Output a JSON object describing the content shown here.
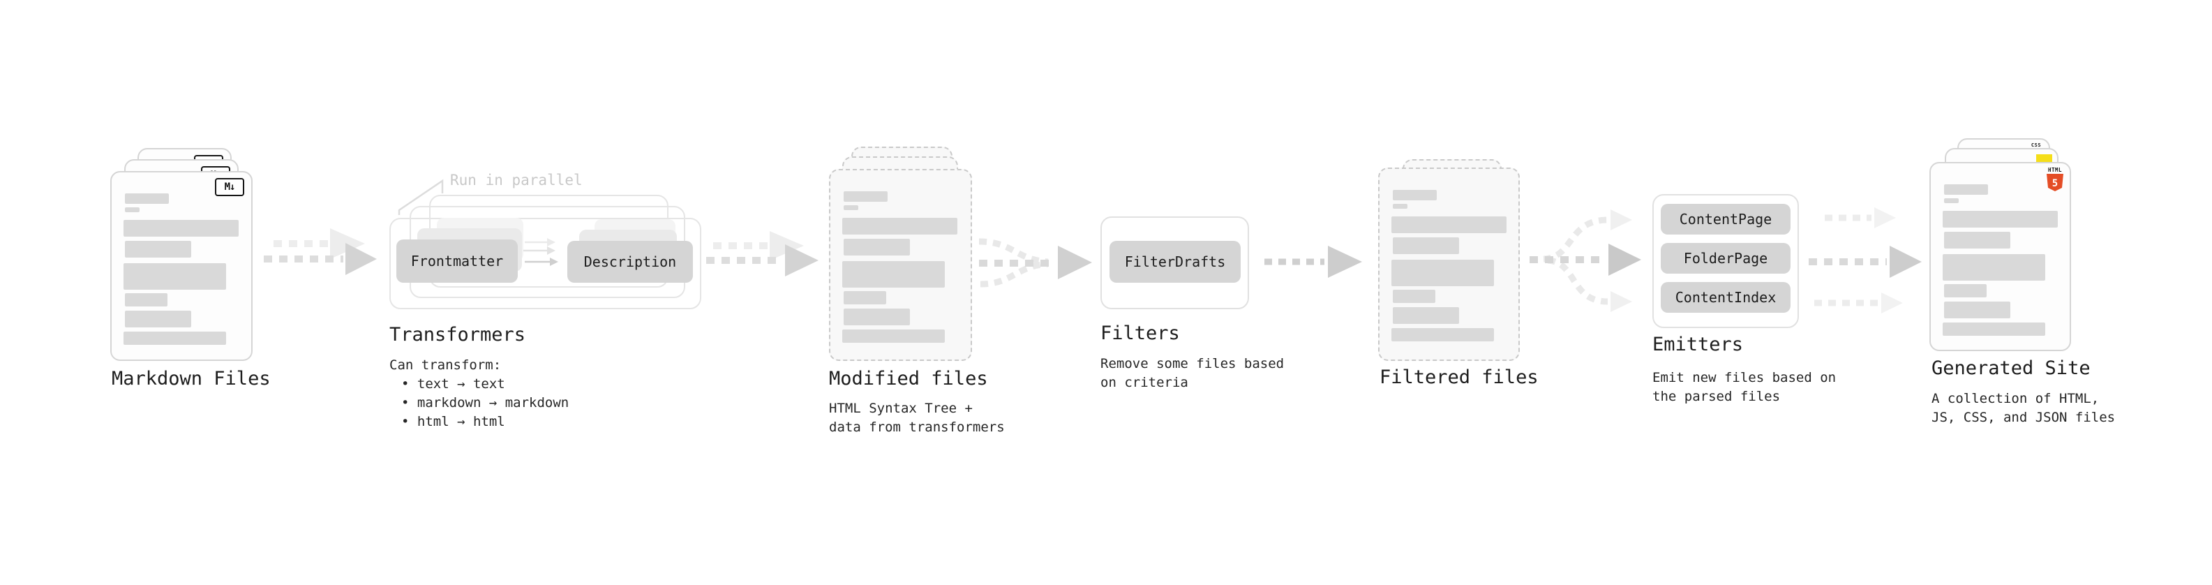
{
  "colors": {
    "html5_orange": "#E44D26",
    "js_yellow": "#F5DE19",
    "css_blue": "#2965F1"
  },
  "pipeline": {
    "markdown_files": {
      "title": "Markdown Files",
      "badge": "M↓"
    },
    "transformers": {
      "annotation": "Run in parallel",
      "steps": [
        "Frontmatter",
        "Description"
      ],
      "title": "Transformers",
      "caption_intro": "Can transform:",
      "caption_bullets": [
        "• text → text",
        "• markdown → markdown",
        "• html → html"
      ]
    },
    "modified_files": {
      "title": "Modified files",
      "caption_lines": [
        "HTML Syntax Tree +",
        "data from transformers"
      ]
    },
    "filters": {
      "title": "Filters",
      "items": [
        "FilterDrafts"
      ],
      "caption_lines": [
        "Remove some files based",
        "on criteria"
      ]
    },
    "filtered_files": {
      "title": "Filtered files"
    },
    "emitters": {
      "title": "Emitters",
      "items": [
        "ContentPage",
        "FolderPage",
        "ContentIndex"
      ],
      "caption_lines": [
        "Emit new files based on",
        "the parsed files"
      ]
    },
    "generated_site": {
      "title": "Generated Site",
      "caption_lines": [
        "A collection of HTML,",
        "JS, CSS, and JSON files"
      ],
      "badges": {
        "css_label": "CSS",
        "html_label": "HTML",
        "html5_number": "5"
      }
    }
  }
}
